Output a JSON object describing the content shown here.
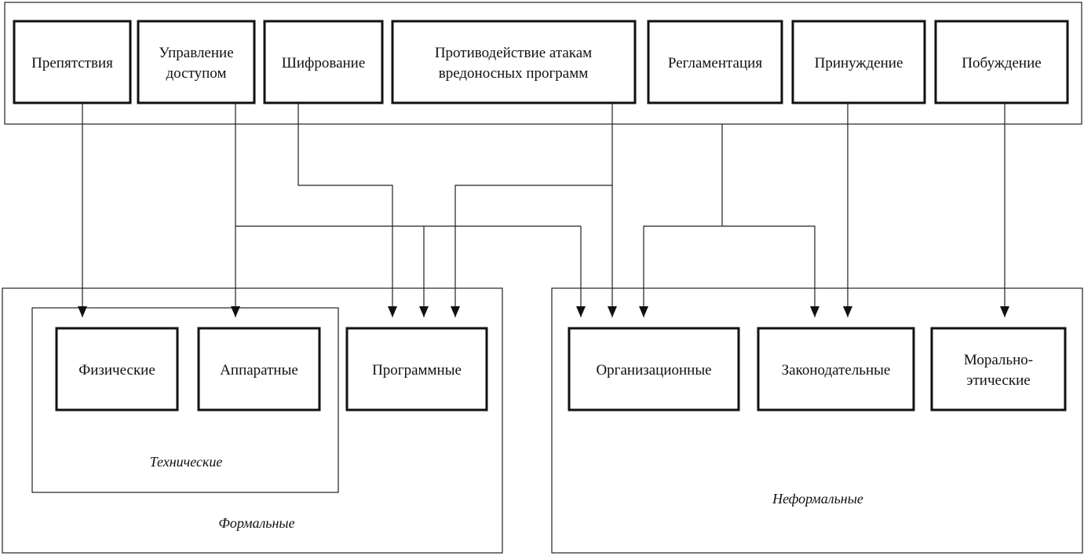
{
  "methods": {
    "obstacles": "Препятствия",
    "access_control_1": "Управление",
    "access_control_2": "доступом",
    "encryption": "Шифрование",
    "malware_1": "Противодействие атакам",
    "malware_2": "вредоносных программ",
    "regulation": "Регламентация",
    "coercion": "Принуждение",
    "motivation": "Побуждение"
  },
  "means": {
    "physical": "Физические",
    "hardware": "Аппаратные",
    "software": "Программные",
    "organizational": "Организационные",
    "legislative": "Законодательные",
    "moral_1": "Морально-",
    "moral_2": "этические"
  },
  "groups": {
    "technical": "Технические",
    "formal": "Формальные",
    "informal": "Неформальные"
  }
}
